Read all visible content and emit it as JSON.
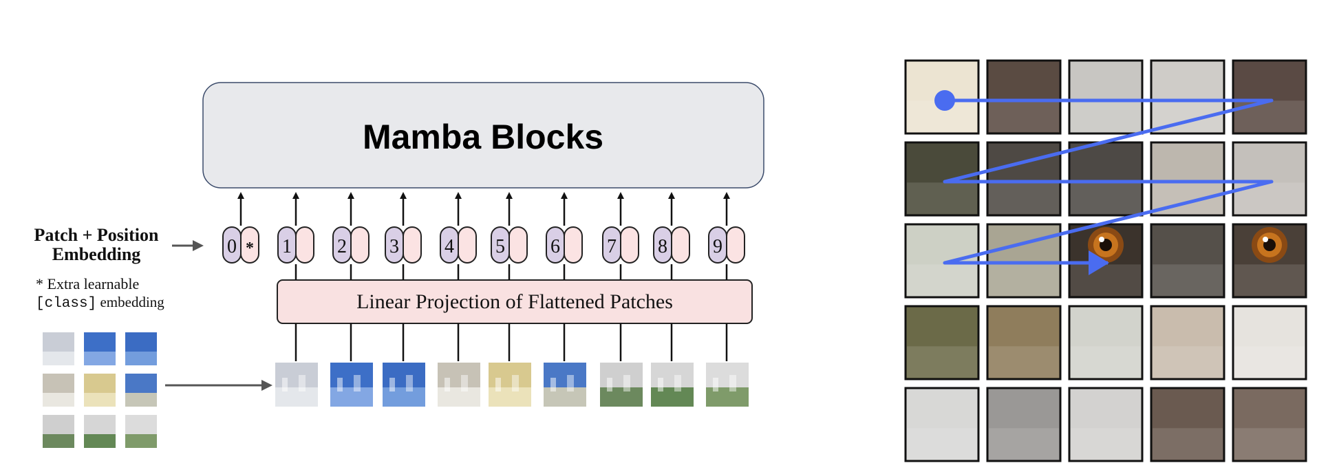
{
  "left_diagram": {
    "mamba_label": "Mamba Blocks",
    "embedding_label_line1": "Patch + Position",
    "embedding_label_line2": "Embedding",
    "extra_note_line1": "* Extra learnable",
    "extra_note_line2_code": "[class]",
    "extra_note_line2_rest": " embedding",
    "projection_label": "Linear Projection of Flattened Patches",
    "tokens": [
      {
        "index": "0",
        "class_token": "*"
      },
      {
        "index": "1",
        "class_token": ""
      },
      {
        "index": "2",
        "class_token": ""
      },
      {
        "index": "3",
        "class_token": ""
      },
      {
        "index": "4",
        "class_token": ""
      },
      {
        "index": "5",
        "class_token": ""
      },
      {
        "index": "6",
        "class_token": ""
      },
      {
        "index": "7",
        "class_token": ""
      },
      {
        "index": "8",
        "class_token": ""
      },
      {
        "index": "9",
        "class_token": ""
      }
    ]
  },
  "right_diagram": {
    "grid_rows": 5,
    "grid_cols": 5,
    "scan_path_color": "#4a6cf0"
  },
  "colors": {
    "mamba_box_fill": "#e8e9ec",
    "mamba_box_stroke": "#3a4a6a",
    "projection_fill": "#f9e1e1",
    "position_token_fill": "#d9cfe6",
    "patch_token_fill": "#fbe3e3",
    "scan_path": "#4a6cf0"
  }
}
